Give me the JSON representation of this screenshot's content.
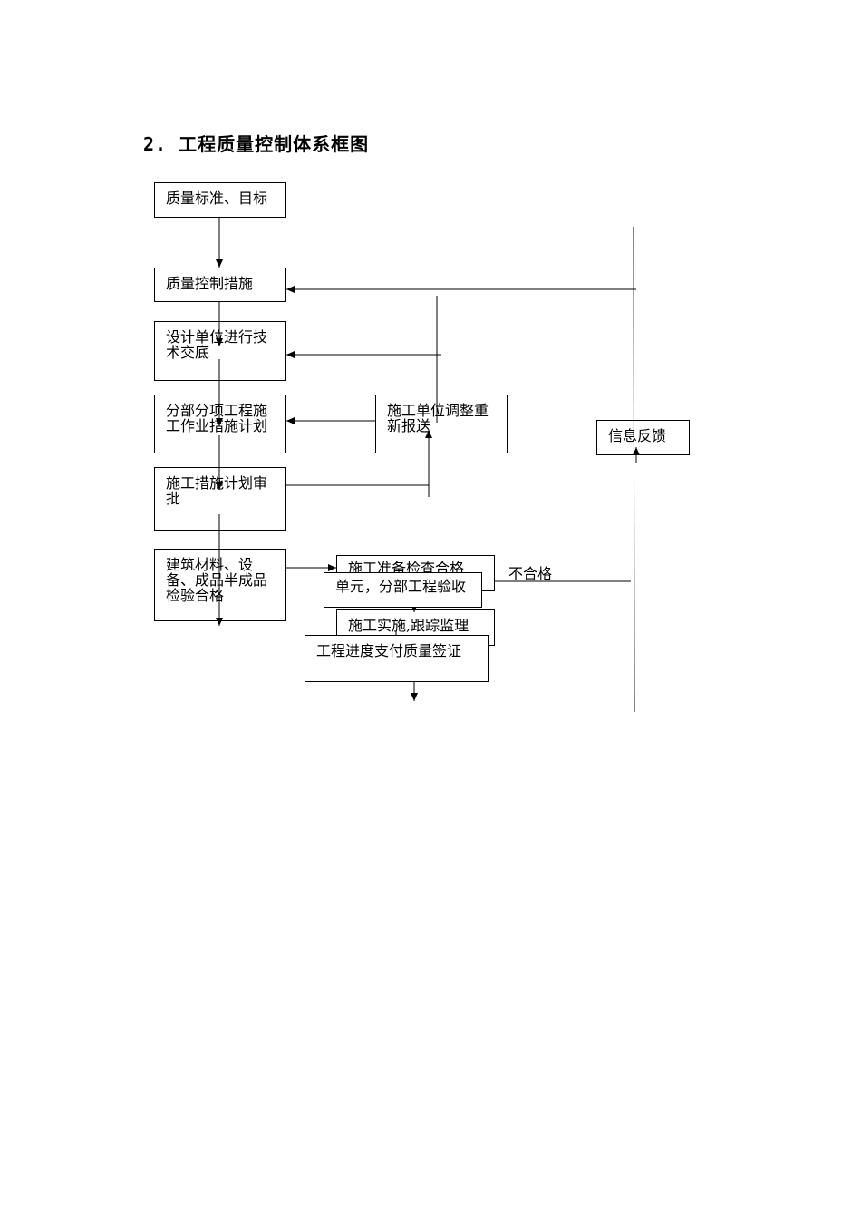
{
  "title": "2. 工程质量控制体系框图",
  "boxes": {
    "quality_standard": "质量标准、目标",
    "quality_measures": "质量控制措施",
    "design_disclosure": "设计单位进行技术交底",
    "sub_project_plan": "分部分项工程施工作业措施计划",
    "plan_approval": "施工措施计划审批",
    "materials_check": "建筑材料、设备、成品半成品检验合格",
    "contractor_resubmit": "施工单位调整重新报送",
    "info_feedback": "信息反馈",
    "prep_check": "施工准备检查合格",
    "unit_acceptance": "单元，分部工程验收",
    "implementation": "施工实施,跟踪监理",
    "progress_payment": "工程进度支付质量签证"
  },
  "labels": {
    "unqualified": "不合格"
  }
}
